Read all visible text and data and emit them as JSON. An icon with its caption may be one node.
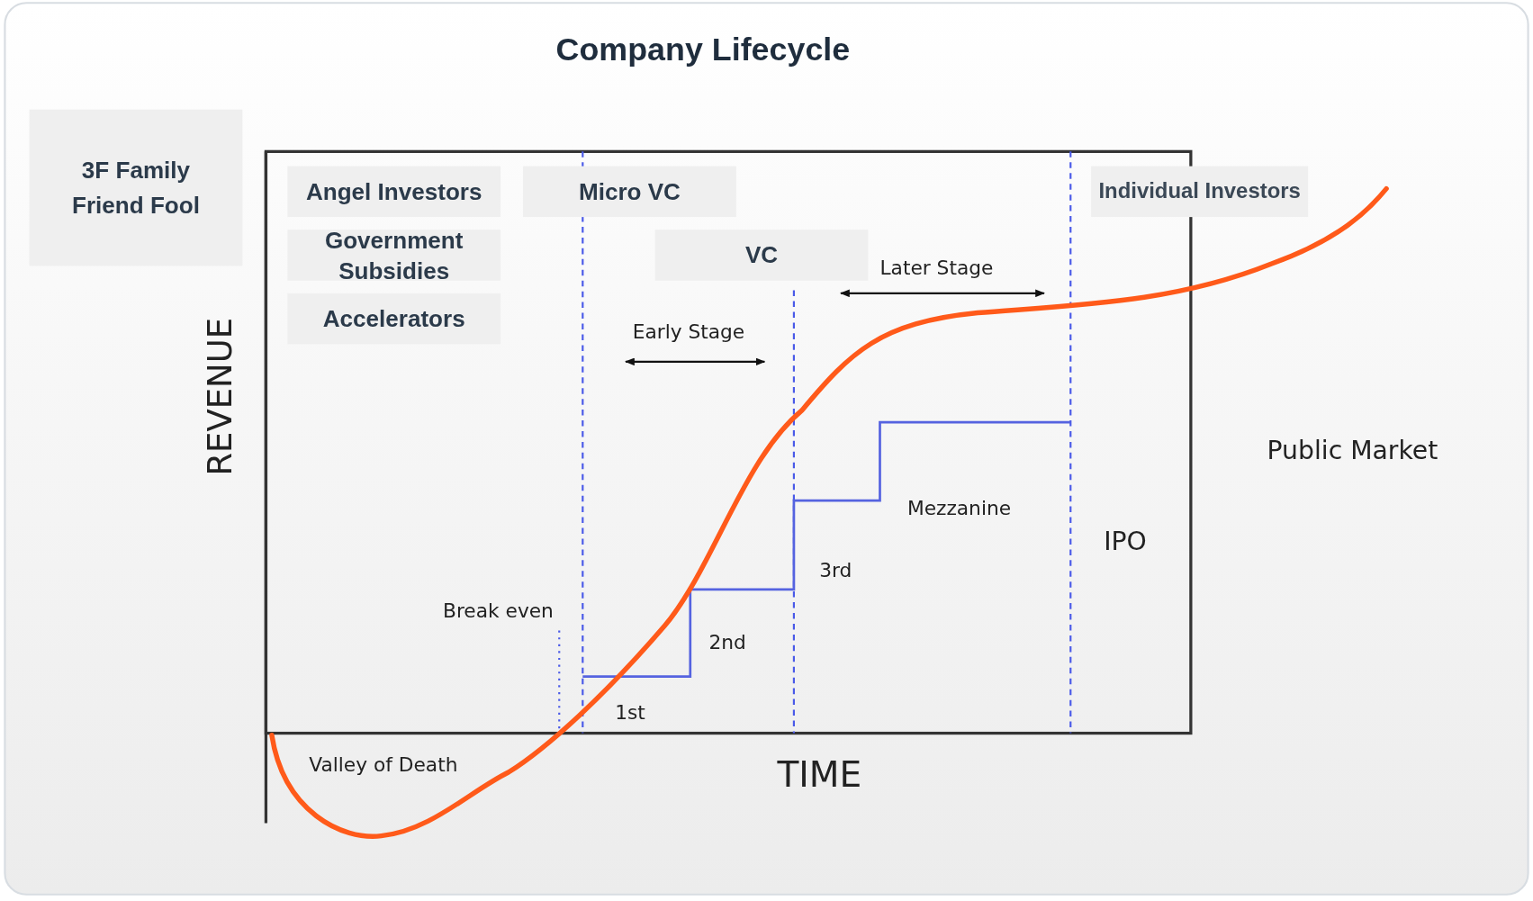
{
  "diagram": {
    "title": "Company Lifecycle",
    "nodes": [
      {
        "text": [
          "3F Family Friend Fool"
        ]
      },
      {
        "text": [
          "Angel Investors"
        ]
      },
      {
        "text": [
          "Micro VC"
        ]
      },
      {
        "text": [
          "Individual Investors"
        ]
      },
      {
        "text": [
          "Government Subsidies"
        ]
      },
      {
        "text": [
          "VC"
        ]
      },
      {
        "text": [
          "Accelerators"
        ]
      }
    ],
    "labels": [
      "Later Stage",
      "Early Stage",
      "REVENUE",
      "Public Market",
      "Mezzanine",
      "IPO",
      "3rd",
      "Break even",
      "2nd",
      "1st",
      "Valley of Death",
      "TIME"
    ]
  }
}
